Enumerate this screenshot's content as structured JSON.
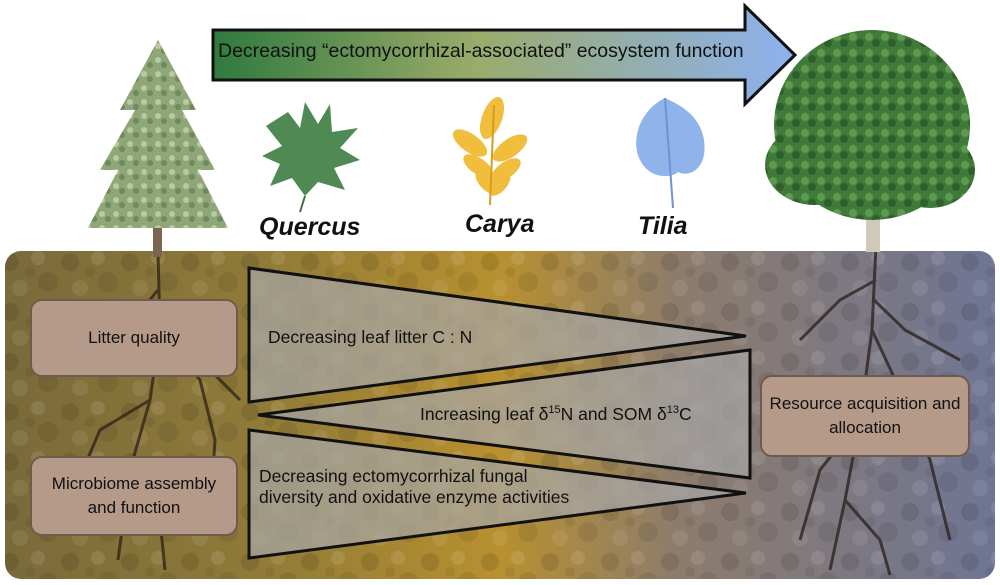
{
  "arrow": {
    "label": "Decreasing “ectomycorrhizal-associated” ecosystem function"
  },
  "genera": [
    {
      "name": "Quercus",
      "leaf_color": "#4f8a55"
    },
    {
      "name": "Carya",
      "leaf_color": "#f0bd3c"
    },
    {
      "name": "Tilia",
      "leaf_color": "#8fb4ec"
    }
  ],
  "boxes": {
    "litter": "Litter quality",
    "microbiome": "Microbiome assembly and function",
    "resource": "Resource acquisition and allocation"
  },
  "wedges": {
    "litter_cn": "Decreasing leaf litter C : N",
    "isotope_prefix": "Increasing leaf δ",
    "isotope_sup1": "15",
    "isotope_mid": "N and SOM δ",
    "isotope_sup2": "13",
    "isotope_suffix": "C",
    "ecm": "Decreasing ectomycorrhizal fungal diversity and oxidative enzyme activities"
  },
  "colors": {
    "arrow_start": "#2f7a3e",
    "arrow_end": "#8db1f1",
    "box_fill": "#b59a8a",
    "soil_left": "#7b6a3a",
    "soil_mid": "#b8902f",
    "soil_right": "#6f7594"
  }
}
